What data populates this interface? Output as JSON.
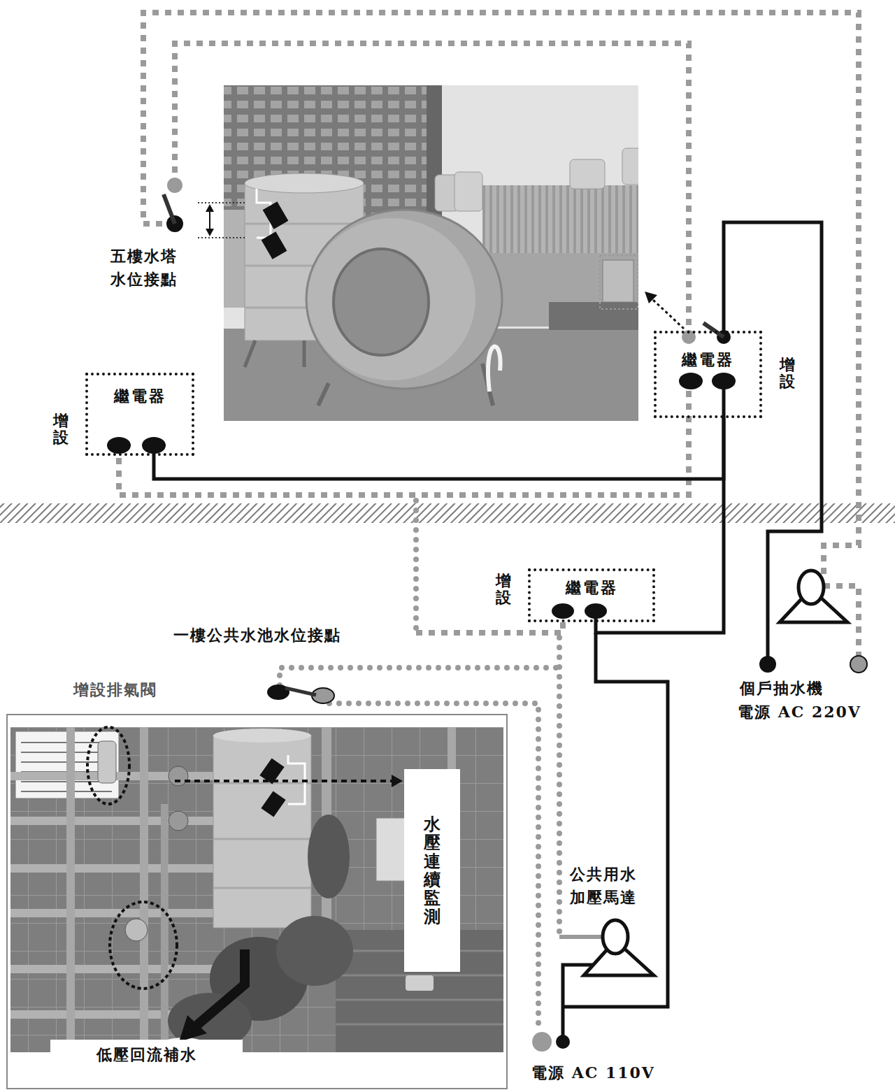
{
  "diagram": {
    "nodes": [
      {
        "text": [
          "繼電器",
          "增設"
        ]
      },
      {
        "text": [
          "繼電器",
          "增設"
        ]
      },
      {
        "text": [
          "繼電器",
          "增設"
        ]
      },
      {
        "text": [
          "水壓連續監測"
        ]
      }
    ],
    "edges": [
      {
        "from": 0,
        "to": 1,
        "arrow": "none"
      },
      {
        "from": 1,
        "to": 2,
        "arrow": "none"
      }
    ],
    "labels": [
      "五樓水塔 水位接點",
      "一樓公共水池水位接點",
      "增設排氣閥",
      "個戶抽水機",
      "電源 AC 220V",
      "公共用水 加壓馬達",
      "低壓回流補水",
      "電源 AC 110V"
    ]
  }
}
